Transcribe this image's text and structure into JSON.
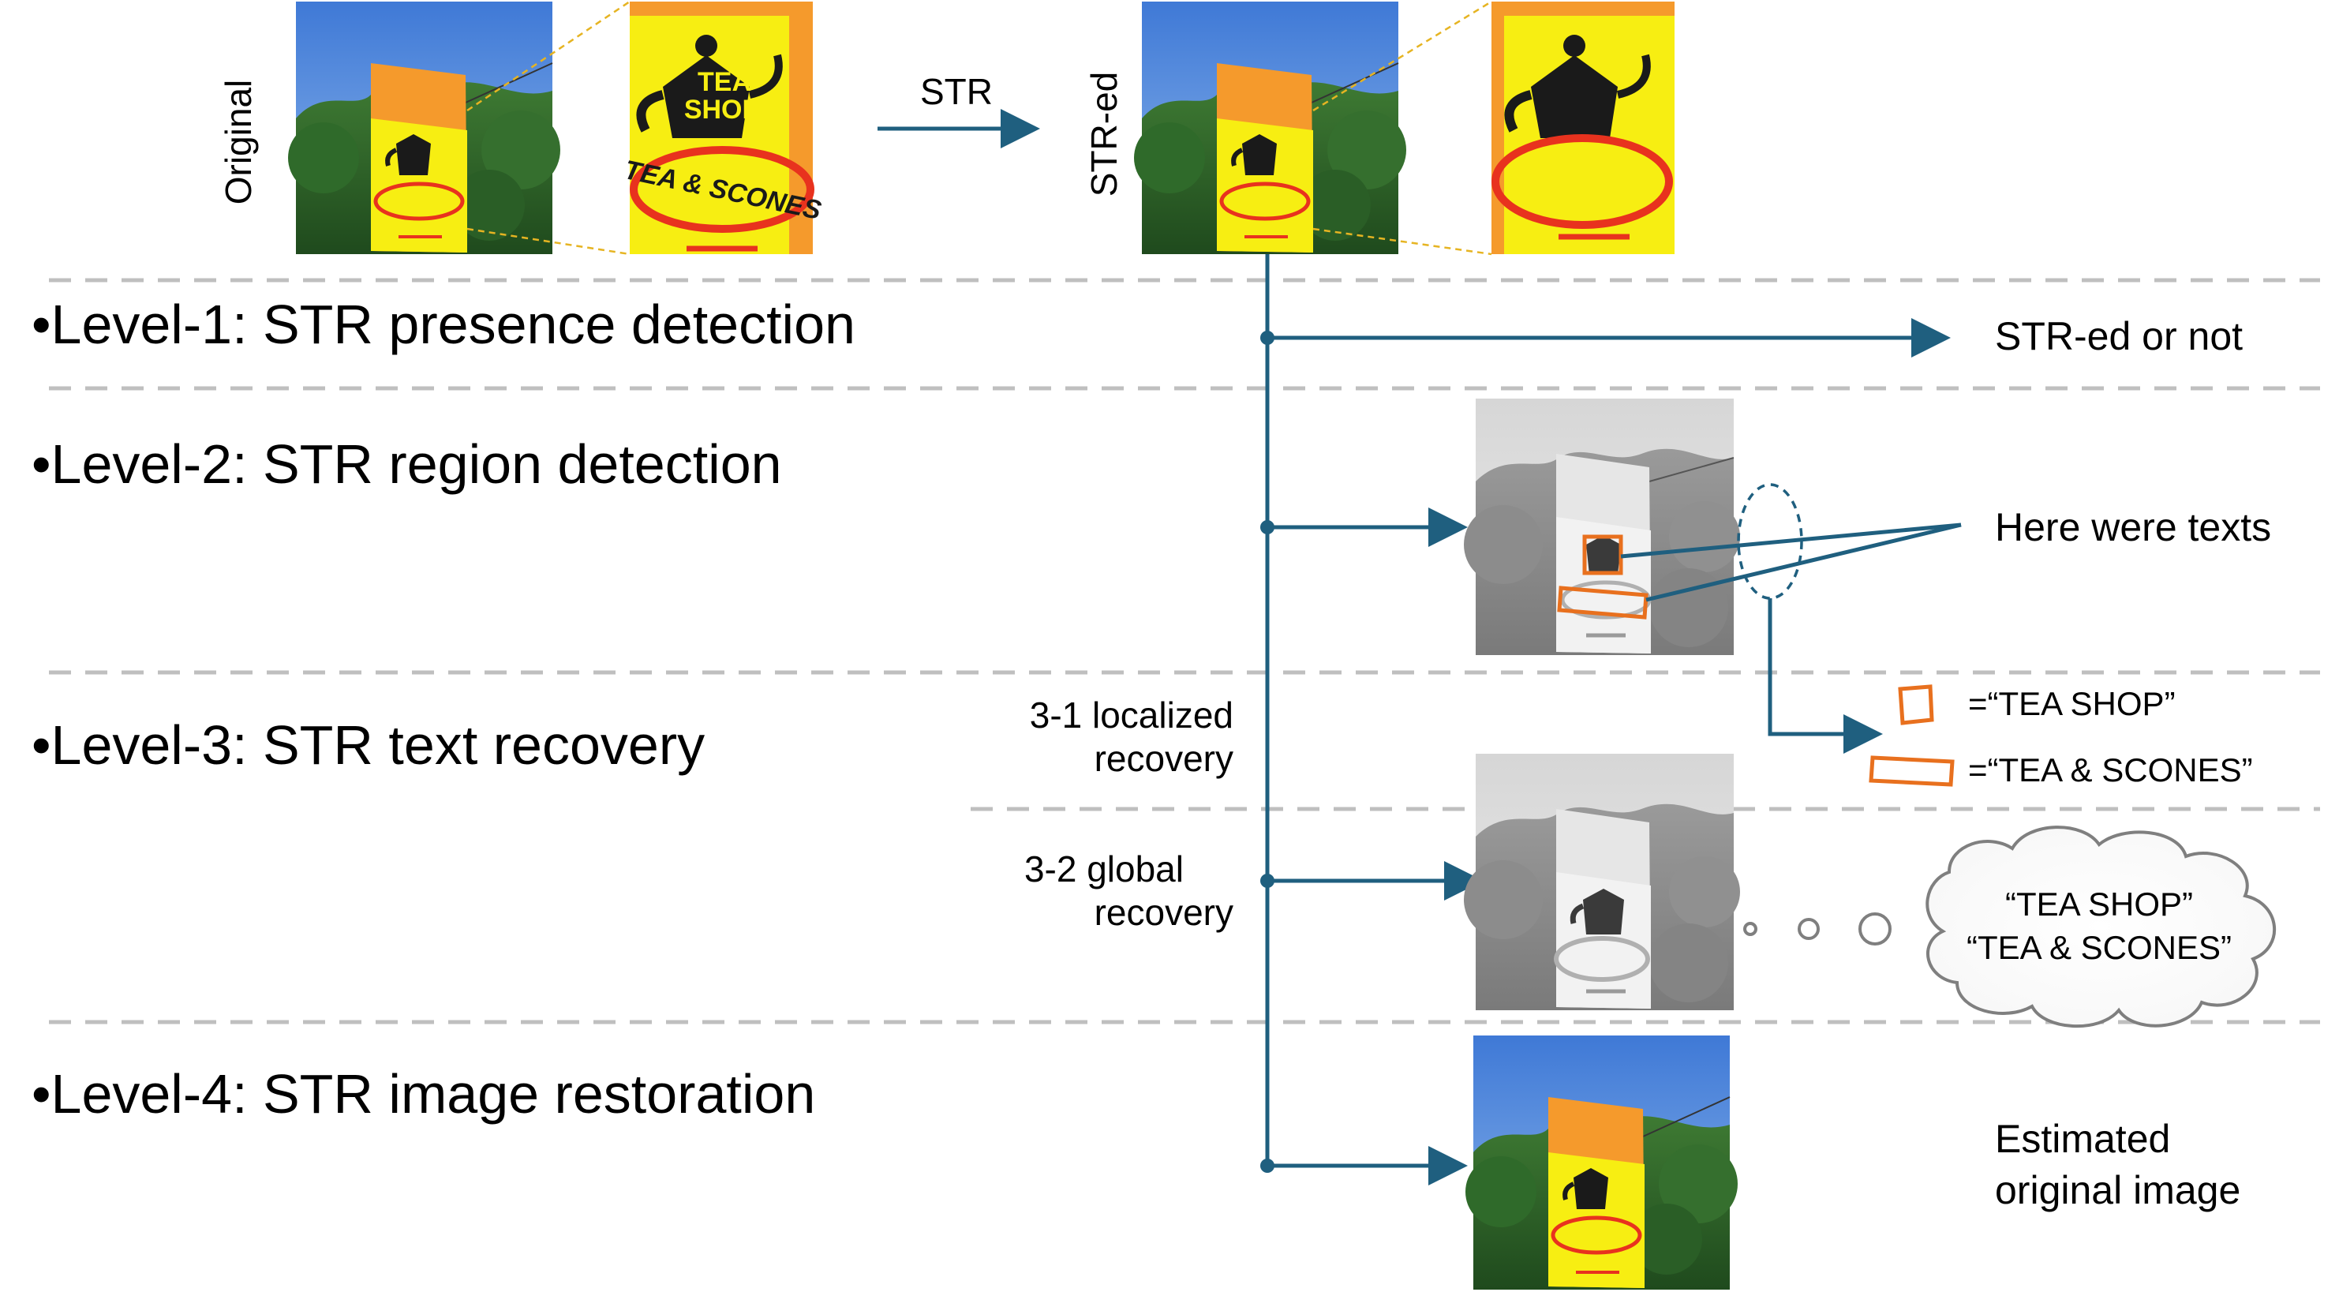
{
  "top": {
    "original_label": "Original",
    "str_arrow_label": "STR",
    "stred_label": "STR-ed"
  },
  "sign": {
    "top_text": "TEA",
    "bottom_text": "SHOP",
    "oval_text": "TEA & SCONES"
  },
  "levels": [
    {
      "label": "•Level-1: STR presence detection"
    },
    {
      "label": "•Level-2: STR region detection"
    },
    {
      "label": "•Level-3: STR text recovery"
    },
    {
      "label": "•Level-4: STR image restoration"
    }
  ],
  "outputs": {
    "level1": "STR-ed or not",
    "level2": "Here were texts",
    "level4_line1": "Estimated",
    "level4_line2": "original image"
  },
  "sublevels": {
    "s31_line1": "3-1 localized",
    "s31_line2": "recovery",
    "s32_line1": "3-2 global",
    "s32_line2": "recovery"
  },
  "recovery_results": {
    "tea_shop": "=“TEA SHOP”",
    "tea_scones": "=“TEA & SCONES”",
    "cloud_line1": "“TEA SHOP”",
    "cloud_line2": "“TEA & SCONES”"
  },
  "colors": {
    "flow_arrow": "#1f5f7f",
    "region_box": "#e8701e",
    "divider": "#bfbfbf",
    "sign_yellow": "#f7ee12",
    "sign_orange": "#f59a2c",
    "teapot": "#1a1a1a",
    "oval_red": "#e8321e"
  }
}
